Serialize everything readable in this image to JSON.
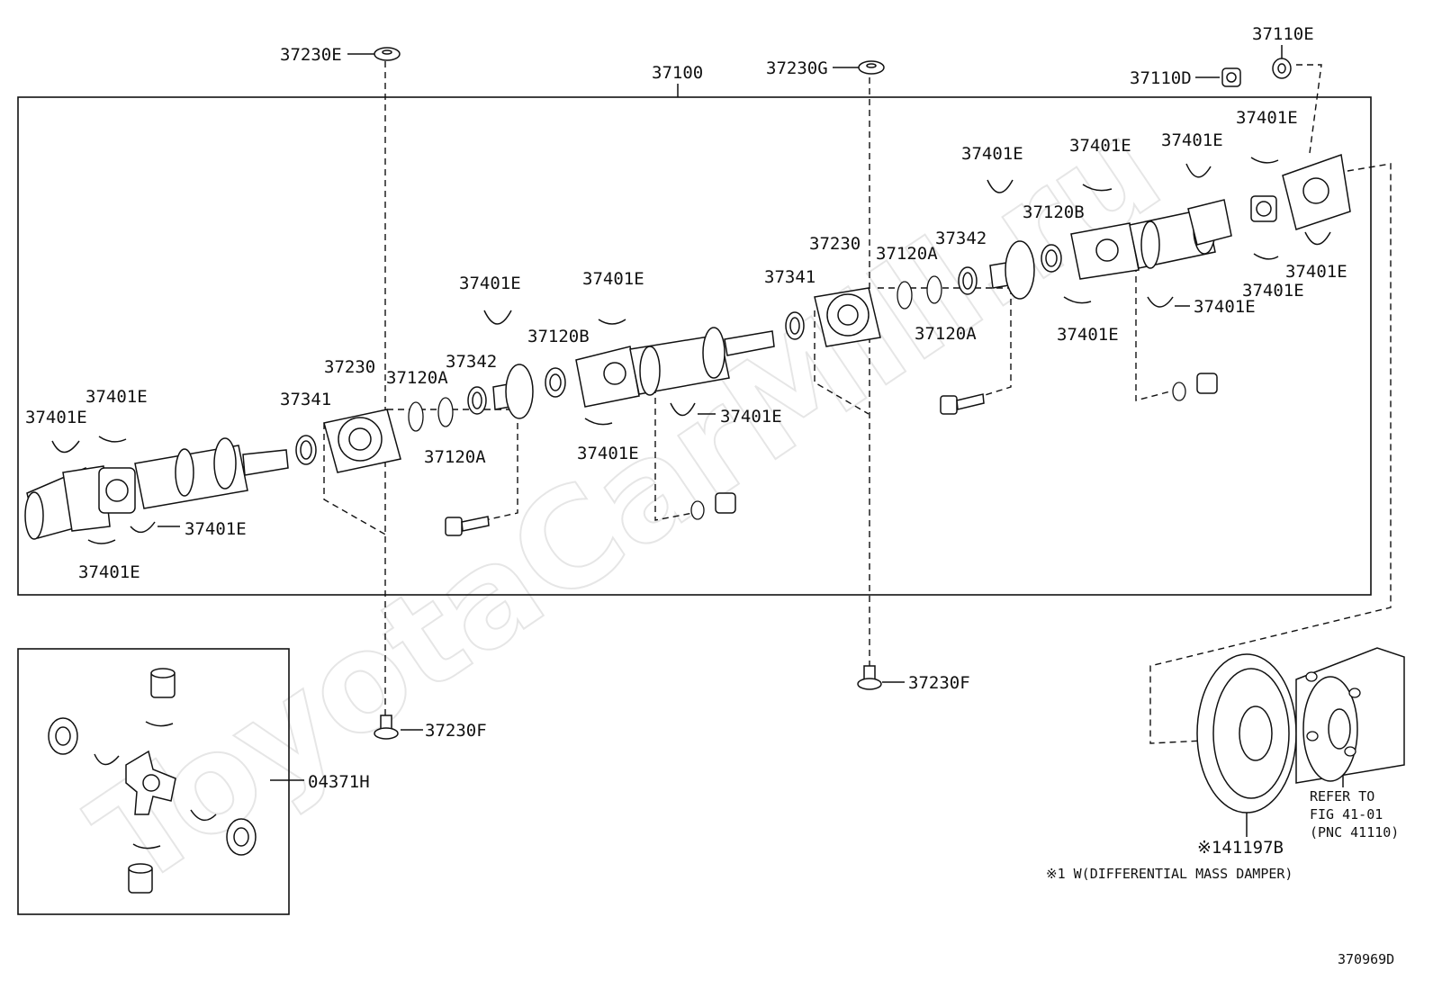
{
  "labels": {
    "p37230e": "37230E",
    "p37100": "37100",
    "p37230g": "37230G",
    "p37110e": "37110E",
    "p37110d": "37110D",
    "p37401e": "37401E",
    "p37230": "37230",
    "p37341": "37341",
    "p37342": "37342",
    "p37120a": "37120A",
    "p37120b": "37120B",
    "p37230f": "37230F",
    "p04371h": "04371H",
    "p41197b": "※141197B",
    "refer1": "REFER TO",
    "refer2": "FIG 41-01",
    "refer3": "(PNC 41110)",
    "note": "※1 W(DIFFERENTIAL MASS DAMPER)",
    "figure_id": "370969D"
  },
  "watermark": "ToyotaCarMill.ru"
}
